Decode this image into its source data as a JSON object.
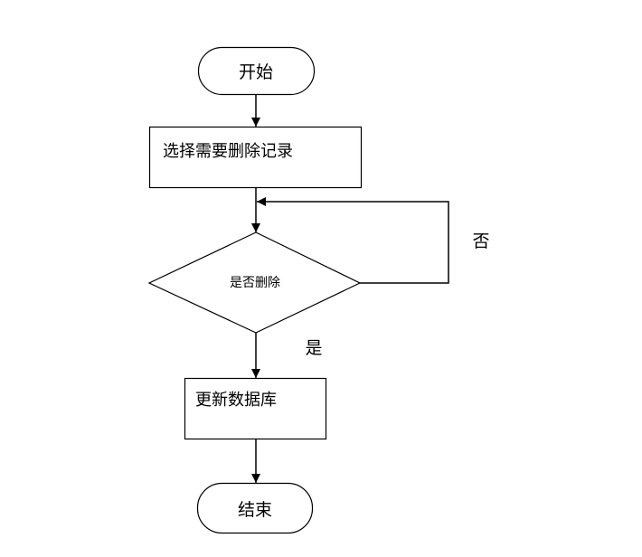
{
  "diagram": {
    "nodes": {
      "start": "开始",
      "select": "选择需要删除记录",
      "decision": "是否删除",
      "update": "更新数据库",
      "end": "结束"
    },
    "edge_labels": {
      "no": "否",
      "yes": "是"
    },
    "colors": {
      "stroke": "#000000",
      "fill": "#ffffff",
      "text": "#000000"
    }
  }
}
